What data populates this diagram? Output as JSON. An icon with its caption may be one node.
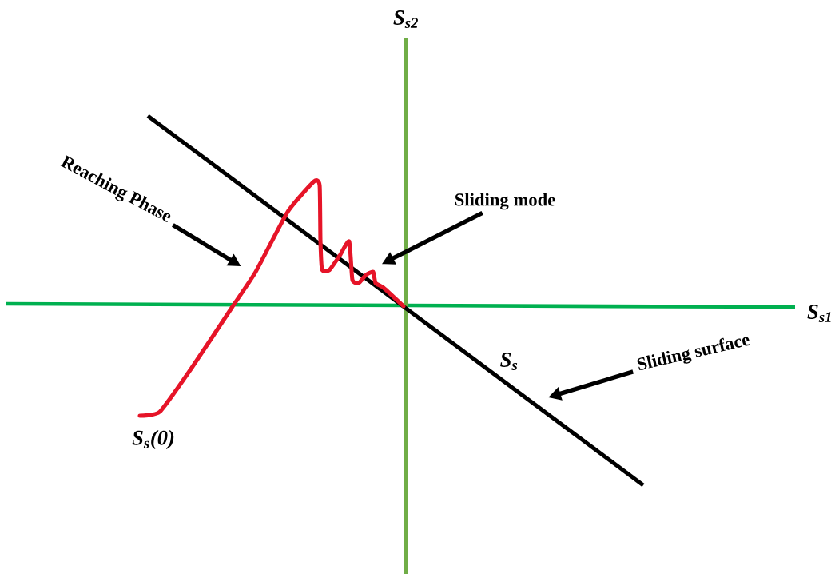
{
  "diagram": {
    "nodes": [
      {
        "text": [
          "Reaching Phase"
        ]
      },
      {
        "text": [
          "Sliding mode"
        ]
      },
      {
        "text": [
          "Sliding surface"
        ]
      },
      {
        "text": [],
        "shape": "curve"
      }
    ],
    "edges": [
      {
        "from": 0,
        "to": 3,
        "arrow": "to"
      },
      {
        "from": 1,
        "to": 3,
        "arrow": "to"
      },
      {
        "from": 2,
        "to": null,
        "arrow": "to"
      }
    ],
    "labels": [
      "S$_{s2}$",
      "S$_{s1}$",
      "S$_{s}$",
      "S$_{s}$(0)"
    ]
  }
}
